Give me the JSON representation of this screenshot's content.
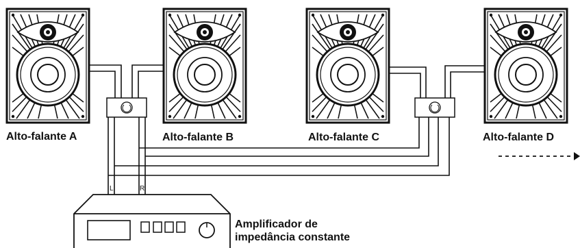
{
  "speakers": [
    {
      "label": "Alto-falante A"
    },
    {
      "label": "Alto-falante B"
    },
    {
      "label": "Alto-falante C"
    },
    {
      "label": "Alto-falante D"
    }
  ],
  "amplifier": {
    "label_line1": "Amplificador de",
    "label_line2": "impedância constante"
  },
  "channels": {
    "left": "L",
    "right": "R"
  },
  "colors": {
    "line": "#111111",
    "background": "#ffffff"
  }
}
